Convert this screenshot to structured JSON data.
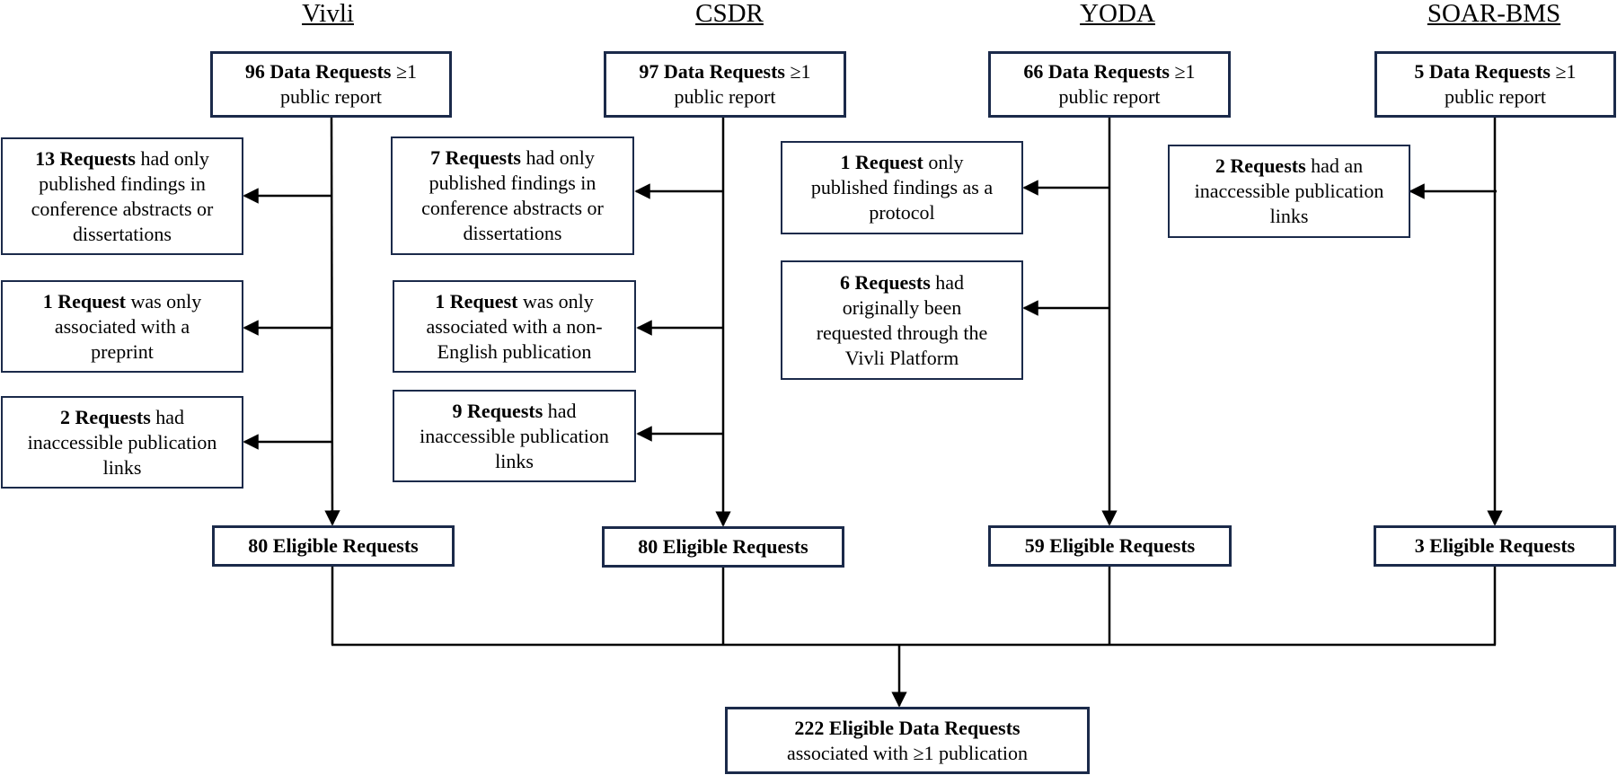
{
  "columns": [
    {
      "id": "vivli",
      "heading": "Vivli",
      "top_box": {
        "bold": "96 Data Requests",
        "rest": " ≥1",
        "line2": "public report"
      },
      "exclusions": [
        {
          "bold": "13 Requests",
          "l1": " had only",
          "l2": "published findings in",
          "l3": "conference abstracts or",
          "l4": "dissertations"
        },
        {
          "bold": "1 Request",
          "l1": " was only",
          "l2": "associated with a",
          "l3": "preprint",
          "l4": ""
        },
        {
          "bold": "2 Requests",
          "l1": " had",
          "l2": "inaccessible publication",
          "l3": "links",
          "l4": ""
        }
      ],
      "eligible": "80 Eligible Requests"
    },
    {
      "id": "csdr",
      "heading": "CSDR",
      "top_box": {
        "bold": "97 Data Requests",
        "rest": " ≥1",
        "line2": "public report"
      },
      "exclusions": [
        {
          "bold": "7 Requests",
          "l1": " had only",
          "l2": "published findings in",
          "l3": "conference abstracts or",
          "l4": "dissertations"
        },
        {
          "bold": "1 Request",
          "l1": " was only",
          "l2": "associated with a non-",
          "l3": "English publication",
          "l4": ""
        },
        {
          "bold": "9 Requests",
          "l1": " had",
          "l2": "inaccessible publication",
          "l3": "links",
          "l4": ""
        }
      ],
      "eligible": "80 Eligible Requests"
    },
    {
      "id": "yoda",
      "heading": "YODA",
      "top_box": {
        "bold": "66 Data Requests",
        "rest": " ≥1",
        "line2": "public report"
      },
      "exclusions": [
        {
          "bold": "1 Request",
          "l1": " only",
          "l2": "published findings as a",
          "l3": "protocol",
          "l4": ""
        },
        {
          "bold": "6 Requests",
          "l1": " had",
          "l2": "originally been",
          "l3": "requested through the",
          "l4": "Vivli Platform"
        }
      ],
      "eligible": "59 Eligible Requests"
    },
    {
      "id": "soar-bms",
      "heading": "SOAR-BMS",
      "top_box": {
        "bold": "5 Data Requests",
        "rest": " ≥1",
        "line2": "public report"
      },
      "exclusions": [
        {
          "bold": "2 Requests",
          "l1": " had an",
          "l2": "inaccessible publication",
          "l3": "links",
          "l4": ""
        }
      ],
      "eligible": "3 Eligible Requests"
    }
  ],
  "final": {
    "bold": "222 Eligible Data Requests",
    "line2": "associated with ≥1 publication"
  },
  "colors": {
    "border": "#1b2a4a",
    "line": "#000000"
  }
}
